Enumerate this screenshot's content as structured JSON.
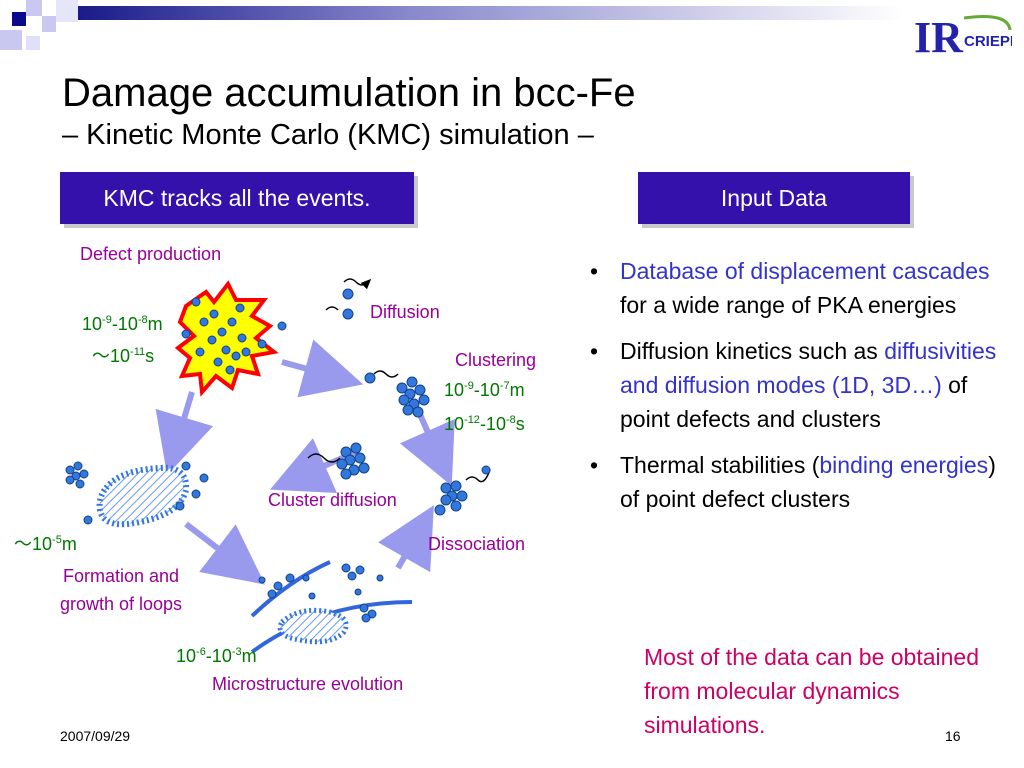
{
  "slide": {
    "title": "Damage accumulation in bcc-Fe",
    "subtitle": "– Kinetic Monte Carlo (KMC) simulation –",
    "left_header": "KMC tracks all the events.",
    "right_header": "Input Data",
    "logo": {
      "letters": "IR",
      "name": "CRIEPI"
    },
    "footer_date": "2007/09/29",
    "page_number": "16"
  },
  "diagram": {
    "defect_production": {
      "label": "Defect production",
      "length_prefix": "10",
      "length_exp1": "-9",
      "length_mid": "-10",
      "length_exp2": "-8",
      "length_unit": "m",
      "time_prefix": "～10",
      "time_exp": "-11",
      "time_unit": "s"
    },
    "diffusion": {
      "label": "Diffusion"
    },
    "clustering": {
      "label": "Clustering",
      "length_prefix": "10",
      "length_exp1": "-9",
      "length_mid": "-10",
      "length_exp2": "-7",
      "length_unit": "m",
      "time_prefix": "10",
      "time_exp1": "-12",
      "time_mid": "-10",
      "time_exp2": "-8",
      "time_unit": "s"
    },
    "cluster_diffusion": {
      "label": "Cluster diffusion"
    },
    "dissociation": {
      "label": "Dissociation"
    },
    "loops": {
      "label_line1": "Formation and",
      "label_line2": "growth of loops",
      "length_prefix": "～10",
      "length_exp": "-5",
      "length_unit": "m"
    },
    "microstructure": {
      "label": "Microstructure evolution",
      "length_prefix": "10",
      "length_exp1": "-6",
      "length_mid": "-10",
      "length_exp2": "-3",
      "length_unit": "m"
    }
  },
  "input_data": {
    "bullet_glyph": "•",
    "bullets": [
      {
        "highlight": "Database of displacement cascades",
        "rest": " for a wide range of PKA energies"
      },
      {
        "pre": "Diffusion kinetics such as ",
        "highlight": "diffusivities and diffusion modes (1D, 3D…)",
        "rest": " of point defects and clusters"
      },
      {
        "pre": "Thermal stabilities (",
        "highlight": "binding energies",
        "rest": ") of point defect clusters"
      }
    ],
    "note": "Most of the data can be obtained from molecular dynamics simulations."
  },
  "colors": {
    "header_bg": "#3311aa",
    "label_purple": "#990099",
    "value_green": "#007700",
    "highlight_blue": "#3333cc",
    "note_pink": "#cc0066",
    "arrow": "#9999ee",
    "atom": "#3377dd",
    "burst_fill": "#ffff00",
    "burst_stroke": "#ff0000"
  }
}
